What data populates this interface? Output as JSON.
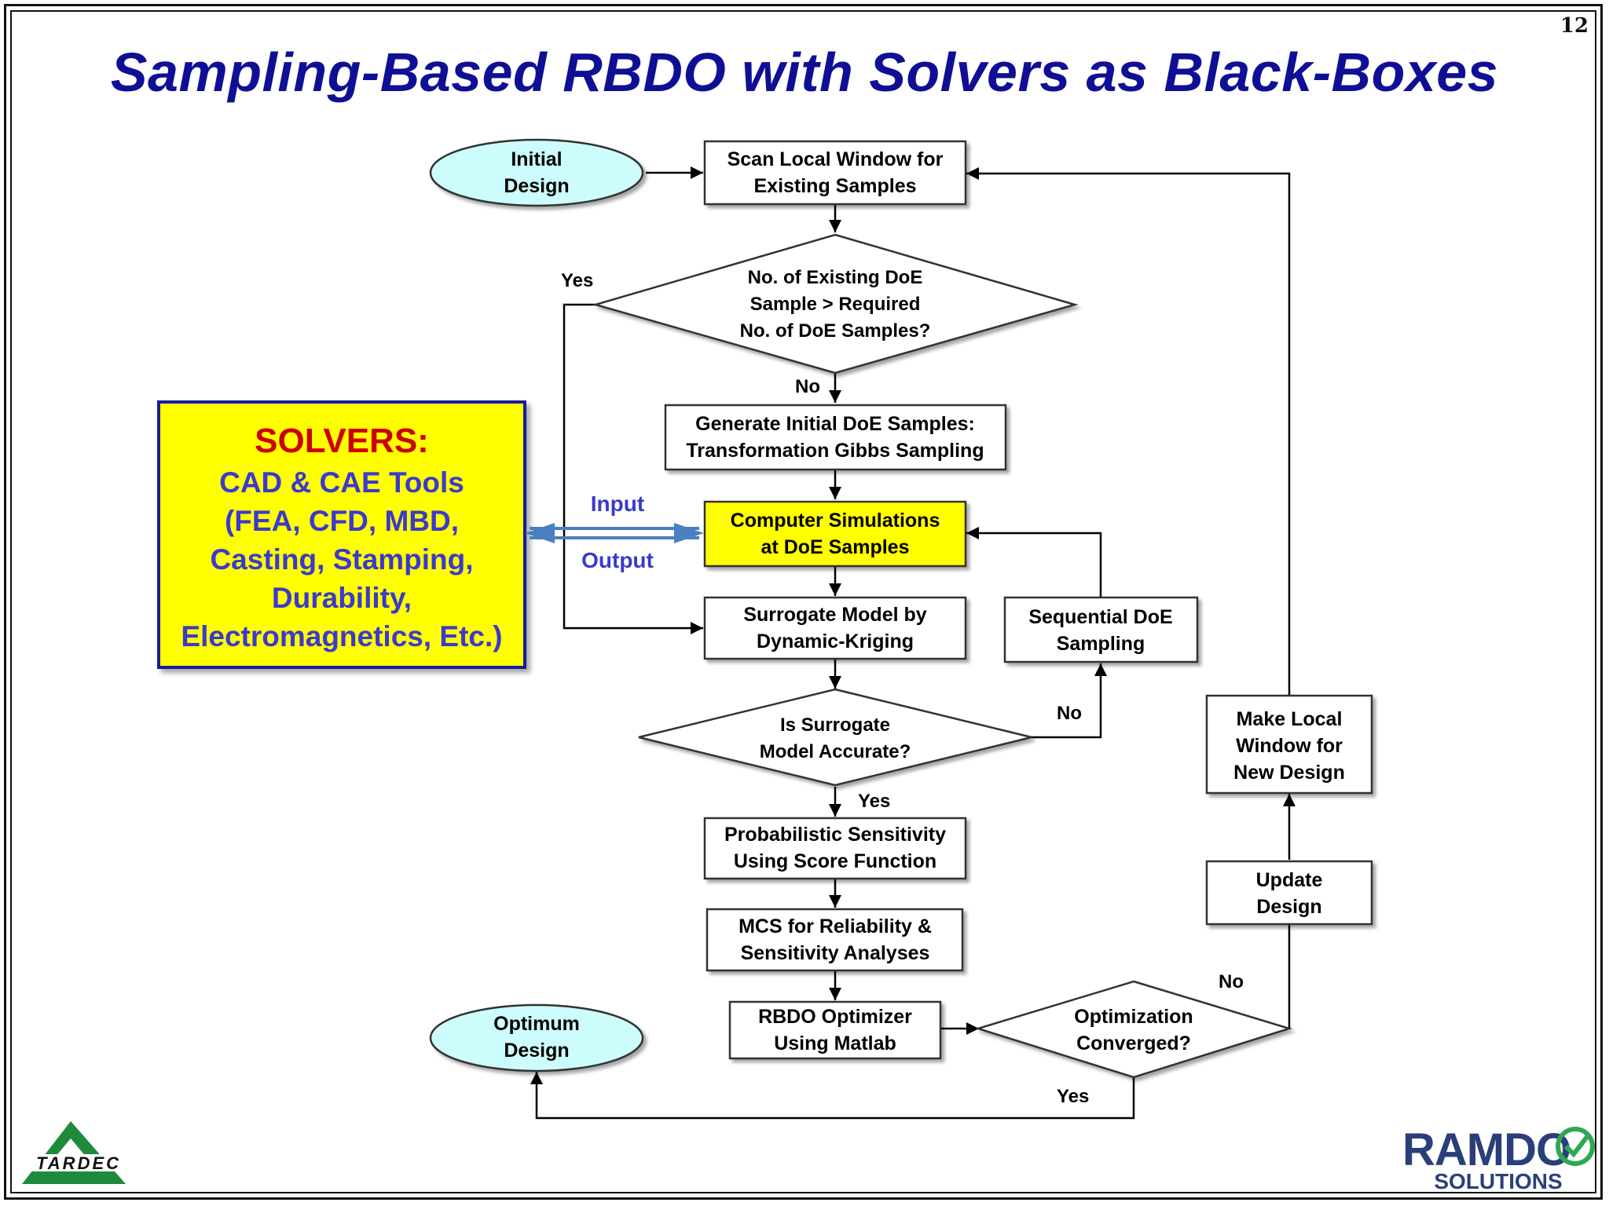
{
  "page_number": "12",
  "title": "Sampling-Based RBDO with Solvers as Black-Boxes",
  "solvers": {
    "heading": "SOLVERS:",
    "lines": [
      "CAD & CAE Tools",
      "(FEA, CFD, MBD,",
      "Casting, Stamping,",
      "Durability,",
      "Electromagnetics, Etc.)"
    ]
  },
  "flowchart": {
    "initial_design": [
      "Initial",
      "Design"
    ],
    "scan_window": [
      "Scan Local Window for",
      "Existing Samples"
    ],
    "check_samples": [
      "No. of Existing DoE",
      "Sample > Required",
      "No. of DoE Samples?"
    ],
    "generate_doe": [
      "Generate Initial DoE Samples:",
      "Transformation Gibbs Sampling"
    ],
    "computer_sim": [
      "Computer Simulations",
      "at DoE Samples"
    ],
    "surrogate": [
      "Surrogate Model by",
      "Dynamic-Kriging"
    ],
    "sequential_doe": [
      "Sequential DoE",
      "Sampling"
    ],
    "accurate_check": [
      "Is Surrogate",
      "Model Accurate?"
    ],
    "prob_sensitivity": [
      "Probabilistic Sensitivity",
      "Using Score Function"
    ],
    "mcs": [
      "MCS for Reliability &",
      "Sensitivity Analyses"
    ],
    "rbdo_optimizer": [
      "RBDO Optimizer",
      "Using Matlab"
    ],
    "opt_converged": [
      "Optimization",
      "Converged?"
    ],
    "optimum_design": [
      "Optimum",
      "Design"
    ],
    "update_design": [
      "Update",
      "Design"
    ],
    "make_window": [
      "Make Local",
      "Window for",
      "New Design"
    ],
    "labels": {
      "yes": "Yes",
      "no": "No",
      "input": "Input",
      "output": "Output"
    }
  },
  "logos": {
    "tardec": "TARDEC",
    "ramdo_main": "RAMDO",
    "ramdo_sub": "SOLUTIONS"
  },
  "colors": {
    "title": "#0f0f96",
    "solvers_bg": "#ffff00",
    "solvers_heading": "#cc0000",
    "solvers_text": "#3a3acd",
    "ellipse_fill": "#ccfcfc",
    "highlight_fill": "#ffff00",
    "io_arrow": "#4a7fc0",
    "io_text": "#3a3acd"
  }
}
